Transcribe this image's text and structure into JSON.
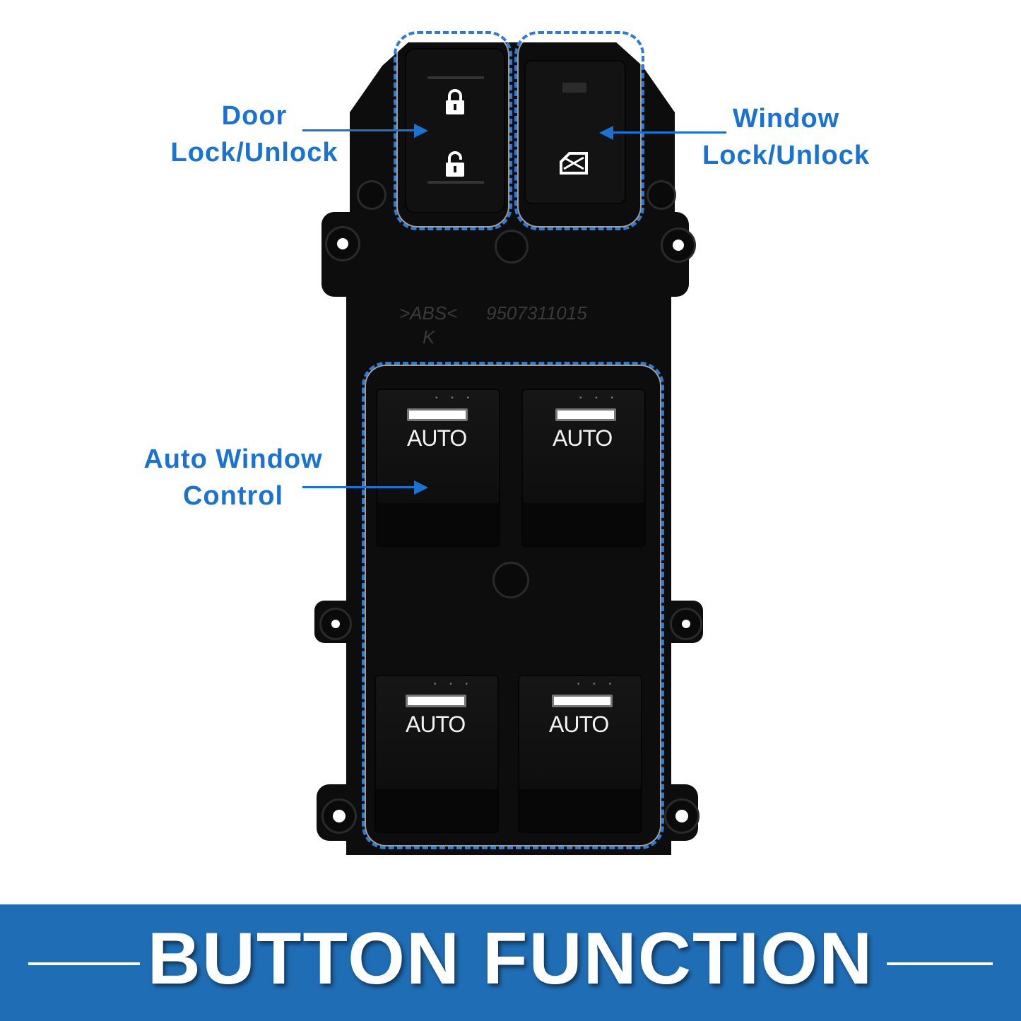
{
  "colors": {
    "accent": "#1a73d0",
    "banner": "#1f6db4",
    "panel": "#0d0d0d"
  },
  "labels": {
    "door_lock": [
      "Door",
      "Lock/Unlock"
    ],
    "window_lock": [
      "Window",
      "Lock/Unlock"
    ],
    "auto_window": [
      "Auto Window",
      "Control"
    ]
  },
  "switch": {
    "part_number": "9507311015",
    "material_mark": ">ABS<",
    "mark_letter": "K",
    "auto_buttons": [
      "AUTO",
      "AUTO",
      "AUTO",
      "AUTO"
    ],
    "icons": [
      "lock-closed-icon",
      "lock-open-icon",
      "window-lock-icon"
    ]
  },
  "banner": {
    "title": "BUTTON FUNCTION"
  }
}
